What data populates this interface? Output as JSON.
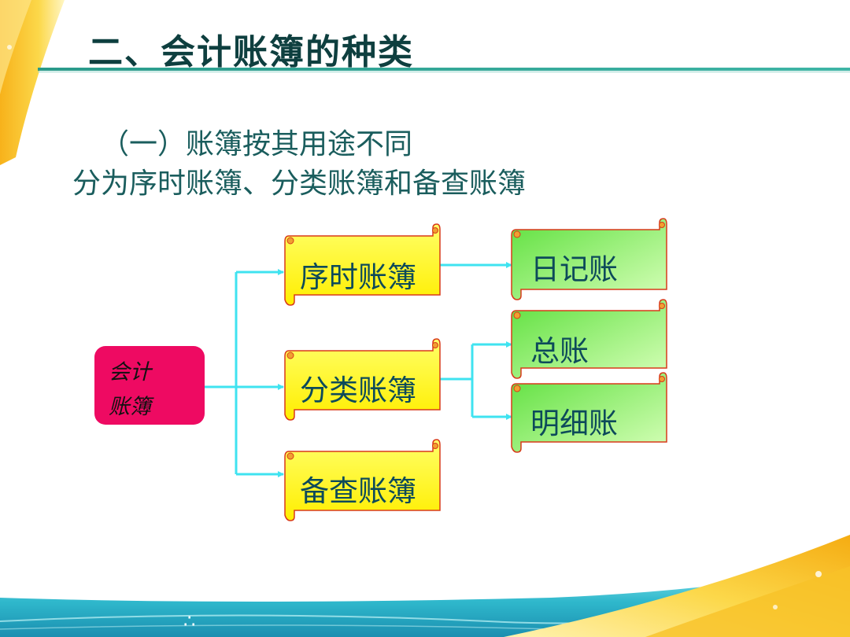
{
  "slide": {
    "title": "二、会计账簿的种类",
    "subtitle_line1": "（一）账簿按其用途不同",
    "subtitle_line2": "分为序时账簿、分类账簿和备查账簿"
  },
  "diagram": {
    "root": {
      "line1": "会计",
      "line2": "账簿"
    },
    "nodes": [
      {
        "id": "sequential",
        "label": "序时账簿"
      },
      {
        "id": "classified",
        "label": "分类账簿"
      },
      {
        "id": "memorandum",
        "label": "备查账簿"
      },
      {
        "id": "journal",
        "label": "日记账"
      },
      {
        "id": "general",
        "label": "总账"
      },
      {
        "id": "subsidiary",
        "label": "明细账"
      }
    ],
    "edges": [
      [
        "root",
        "sequential"
      ],
      [
        "root",
        "classified"
      ],
      [
        "root",
        "memorandum"
      ],
      [
        "sequential",
        "journal"
      ],
      [
        "classified",
        "general"
      ],
      [
        "classified",
        "subsidiary"
      ]
    ]
  },
  "colors": {
    "root_fill": "#ee0a62",
    "level1_fill": "#ffff1a",
    "level2_fill": "#86f070",
    "connector": "#3fe3f0",
    "scroll_border": "#d83a1a",
    "title_text": "#0e3f3f",
    "body_text": "#1a5d5d"
  },
  "footer": {
    "glyph": "∴"
  },
  "icons": [
    "scroll-banner-icon",
    "arrow-icon"
  ]
}
